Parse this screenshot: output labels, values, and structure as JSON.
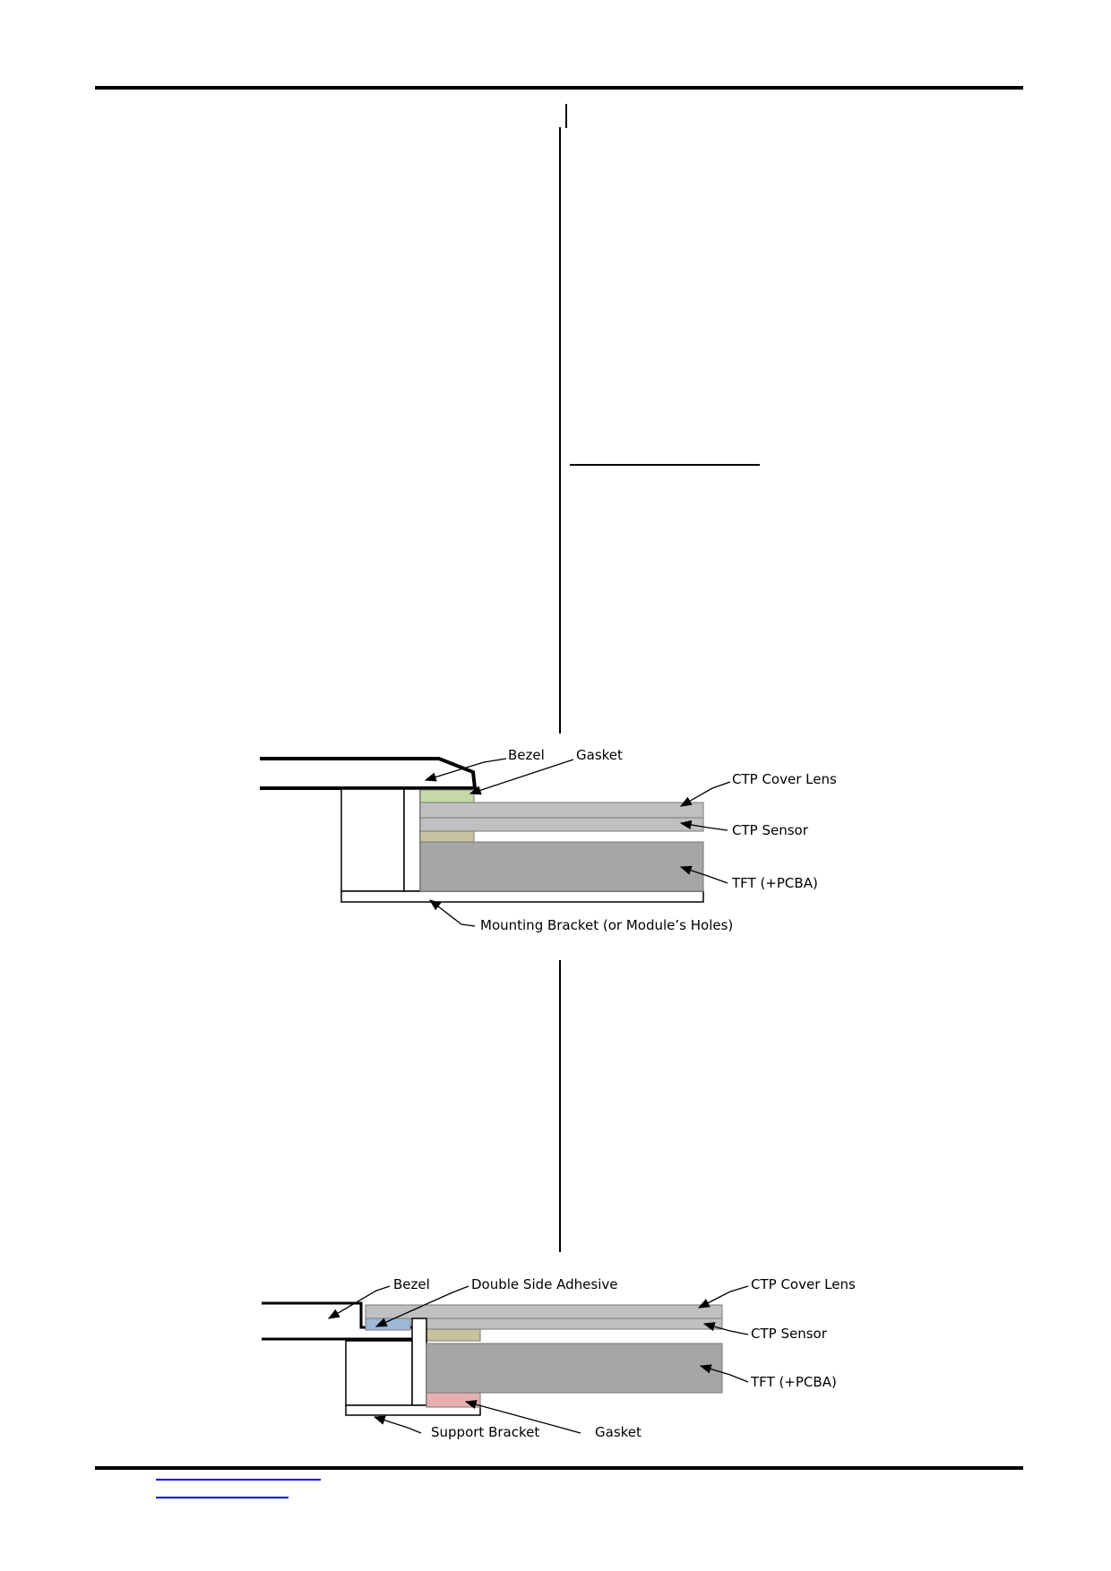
{
  "diagram_top": {
    "labels": {
      "bezel": "Bezel",
      "gasket": "Gasket",
      "cover_lens": "CTP Cover Lens",
      "sensor": "CTP Sensor",
      "tft": "TFT (+PCBA)",
      "bracket": "Mounting Bracket (or Module’s Holes)"
    },
    "colors": {
      "gasket": "#c6d9a6",
      "adhesive_strip": "#c8c39e",
      "cover_lens": "#c0c0c0",
      "sensor": "#c0c0c0",
      "tft": "#a6a6a6"
    }
  },
  "diagram_bottom": {
    "labels": {
      "bezel": "Bezel",
      "adhesive": "Double Side Adhesive",
      "cover_lens": "CTP Cover Lens",
      "sensor": "CTP Sensor",
      "tft": "TFT (+PCBA)",
      "bracket": "Support Bracket",
      "gasket": "Gasket"
    },
    "colors": {
      "adhesive": "#9fb8d9",
      "adhesive_strip": "#c8c39e",
      "gasket": "#e6b0b0",
      "cover_lens": "#c0c0c0",
      "sensor": "#c0c0c0",
      "tft": "#a6a6a6"
    }
  }
}
